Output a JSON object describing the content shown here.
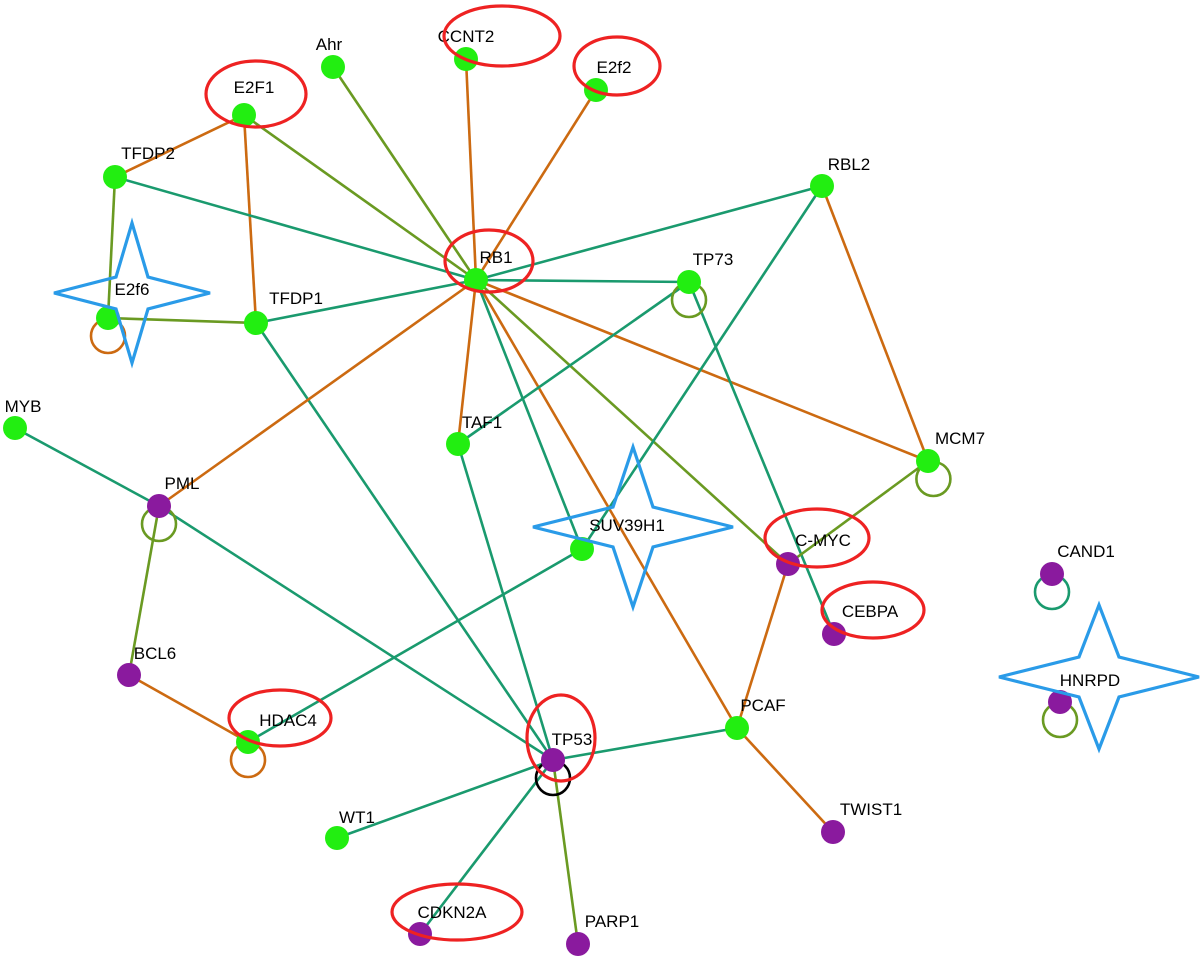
{
  "colors": {
    "node_green": "#22ee11",
    "node_purple": "#8a1a9e",
    "edge_teal": "#1a9a6e",
    "edge_orange": "#cc6a11",
    "edge_olive": "#6a9a22",
    "edge_blue": "#1a2a9e",
    "edge_tan": "#c89a6a",
    "edge_black": "#000000",
    "highlight_ring": "#ee2222",
    "highlight_star": "#2a9be8"
  },
  "nodes": [
    {
      "id": "Ahr",
      "label": "Ahr",
      "color": "green"
    },
    {
      "id": "CCNT2",
      "label": "CCNT2",
      "color": "green",
      "highlight": "ring"
    },
    {
      "id": "E2f2",
      "label": "E2f2",
      "color": "green",
      "highlight": "ring"
    },
    {
      "id": "E2F1",
      "label": "E2F1",
      "color": "green",
      "highlight": "ring"
    },
    {
      "id": "TFDP2",
      "label": "TFDP2",
      "color": "green"
    },
    {
      "id": "RBL2",
      "label": "RBL2",
      "color": "green"
    },
    {
      "id": "RB1",
      "label": "RB1",
      "color": "green",
      "highlight": "ring"
    },
    {
      "id": "TP73",
      "label": "TP73",
      "color": "green",
      "self_loop": true
    },
    {
      "id": "E2f6",
      "label": "E2f6",
      "color": "green",
      "highlight": "star",
      "self_loop": true
    },
    {
      "id": "TFDP1",
      "label": "TFDP1",
      "color": "green"
    },
    {
      "id": "MYB",
      "label": "MYB",
      "color": "green"
    },
    {
      "id": "TAF1",
      "label": "TAF1",
      "color": "green"
    },
    {
      "id": "MCM7",
      "label": "MCM7",
      "color": "green",
      "self_loop": true
    },
    {
      "id": "PML",
      "label": "PML",
      "color": "purple",
      "self_loop": true
    },
    {
      "id": "SUV39H1",
      "label": "SUV39H1",
      "color": "green",
      "highlight": "star"
    },
    {
      "id": "C-MYC",
      "label": "C-MYC",
      "color": "purple",
      "highlight": "ring"
    },
    {
      "id": "CAND1",
      "label": "CAND1",
      "color": "purple",
      "self_loop": true
    },
    {
      "id": "CEBPA",
      "label": "CEBPA",
      "color": "purple",
      "highlight": "ring"
    },
    {
      "id": "BCL6",
      "label": "BCL6",
      "color": "purple"
    },
    {
      "id": "HNRPD",
      "label": "HNRPD",
      "color": "purple",
      "highlight": "star",
      "self_loop": true
    },
    {
      "id": "PCAF",
      "label": "PCAF",
      "color": "green"
    },
    {
      "id": "HDAC4",
      "label": "HDAC4",
      "color": "green",
      "highlight": "ring",
      "self_loop": true
    },
    {
      "id": "TP53",
      "label": "TP53",
      "color": "purple",
      "highlight": "ring",
      "self_loop": true
    },
    {
      "id": "WT1",
      "label": "WT1",
      "color": "green"
    },
    {
      "id": "TWIST1",
      "label": "TWIST1",
      "color": "purple"
    },
    {
      "id": "CDKN2A",
      "label": "CDKN2A",
      "color": "purple",
      "highlight": "ring"
    },
    {
      "id": "PARP1",
      "label": "PARP1",
      "color": "purple"
    }
  ],
  "edges": [
    {
      "source": "Ahr",
      "target": "RB1",
      "color": "olive"
    },
    {
      "source": "CCNT2",
      "target": "RB1",
      "color": "orange"
    },
    {
      "source": "E2f2",
      "target": "RB1",
      "color": "orange"
    },
    {
      "source": "E2F1",
      "target": "RB1",
      "color": "olive"
    },
    {
      "source": "E2F1",
      "target": "TFDP2",
      "color": "orange"
    },
    {
      "source": "E2F1",
      "target": "TFDP1",
      "color": "orange"
    },
    {
      "source": "TFDP2",
      "target": "RB1",
      "color": "teal"
    },
    {
      "source": "TFDP2",
      "target": "E2f6",
      "color": "olive"
    },
    {
      "source": "E2f6",
      "target": "TFDP1",
      "color": "olive"
    },
    {
      "source": "TFDP1",
      "target": "RB1",
      "color": "teal"
    },
    {
      "source": "TFDP1",
      "target": "TP53",
      "color": "teal"
    },
    {
      "source": "RB1",
      "target": "RBL2",
      "color": "teal"
    },
    {
      "source": "RB1",
      "target": "TP73",
      "color": "teal"
    },
    {
      "source": "RB1",
      "target": "TAF1",
      "color": "orange"
    },
    {
      "source": "RB1",
      "target": "PML",
      "color": "orange"
    },
    {
      "source": "RB1",
      "target": "MCM7",
      "color": "orange"
    },
    {
      "source": "RB1",
      "target": "C-MYC",
      "color": "olive"
    },
    {
      "source": "RB1",
      "target": "SUV39H1",
      "color": "teal"
    },
    {
      "source": "RB1",
      "target": "PCAF",
      "color": "orange"
    },
    {
      "source": "RBL2",
      "target": "MCM7",
      "color": "orange"
    },
    {
      "source": "RBL2",
      "target": "SUV39H1",
      "color": "teal"
    },
    {
      "source": "TP73",
      "target": "TAF1",
      "color": "teal"
    },
    {
      "source": "TP73",
      "target": "CEBPA",
      "color": "teal"
    },
    {
      "source": "TAF1",
      "target": "TP53",
      "color": "teal"
    },
    {
      "source": "MCM7",
      "target": "C-MYC",
      "color": "olive"
    },
    {
      "source": "MYB",
      "target": "PML",
      "color": "teal"
    },
    {
      "source": "PML",
      "target": "BCL6",
      "color": "olive"
    },
    {
      "source": "PML",
      "target": "TP53",
      "color": "teal"
    },
    {
      "source": "BCL6",
      "target": "HDAC4",
      "color": "orange"
    },
    {
      "source": "SUV39H1",
      "target": "HDAC4",
      "color": "teal"
    },
    {
      "source": "C-MYC",
      "target": "PCAF",
      "color": "orange"
    },
    {
      "source": "PCAF",
      "target": "TP53",
      "color": "teal"
    },
    {
      "source": "PCAF",
      "target": "TWIST1",
      "color": "orange"
    },
    {
      "source": "TP53",
      "target": "WT1",
      "color": "teal"
    },
    {
      "source": "TP53",
      "target": "CDKN2A",
      "color": "teal"
    },
    {
      "source": "TP53",
      "target": "PARP1",
      "color": "olive"
    }
  ]
}
